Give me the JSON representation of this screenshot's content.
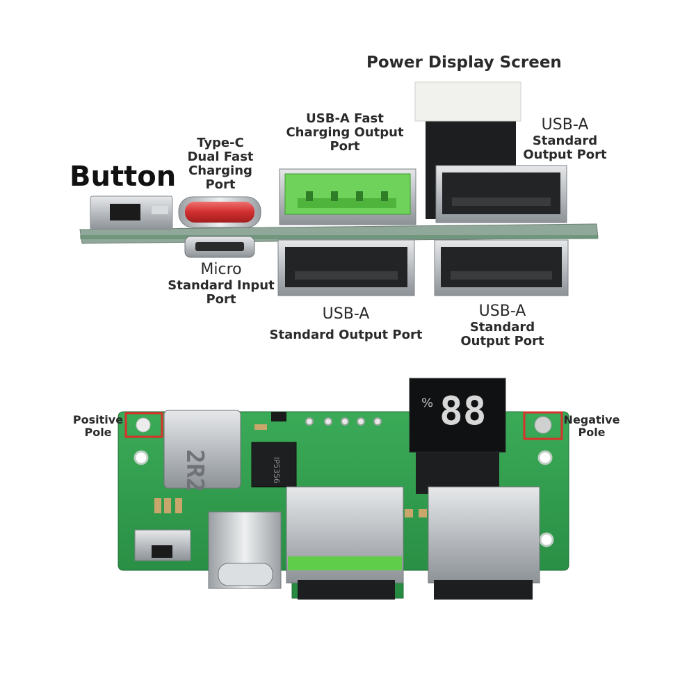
{
  "top_labels": {
    "display_screen": "Power Display Screen",
    "button": "Button",
    "typec": [
      "Type-C",
      "Dual Fast",
      "Charging",
      "Port"
    ],
    "usba_fast": [
      "USB-A Fast",
      "Charging Output",
      "Port"
    ],
    "usba_right_top": [
      "USB-A",
      "Standard",
      "Output Port"
    ],
    "micro": [
      "Micro",
      "Standard Input",
      "Port"
    ],
    "usba_bottom_mid": [
      "USB-A",
      "Standard Output Port"
    ],
    "usba_bottom_right": [
      "USB-A",
      "Standard",
      "Output Port"
    ]
  },
  "bottom_labels": {
    "positive": [
      "Positive",
      "Pole"
    ],
    "negative": [
      "Negative",
      "Pole"
    ]
  },
  "colors": {
    "pcb": "#2f9a4c",
    "fast_port": "#5fcc4a",
    "typec": "#d84040",
    "metal": "#bfc3c6",
    "highlight_box": "#d8322b"
  },
  "board_text": {
    "inductor": "2R2",
    "chip": "IP5356",
    "display_digits": "88",
    "display_percent": "%"
  }
}
